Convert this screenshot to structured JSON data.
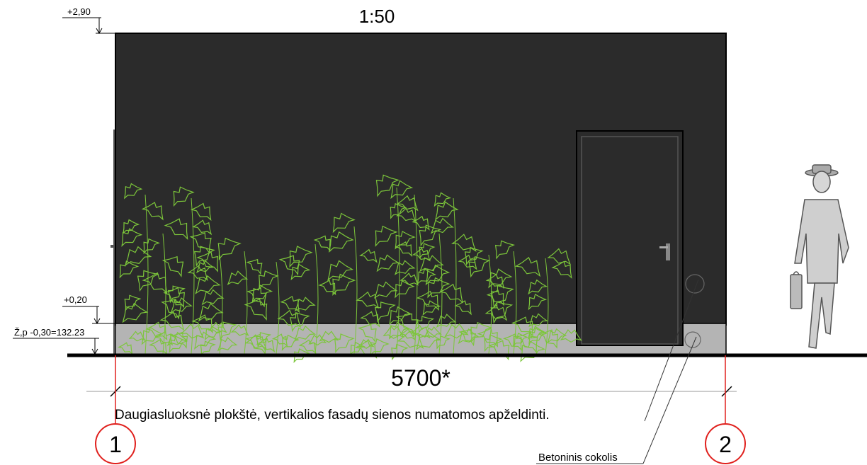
{
  "scale": "1:50",
  "levels": {
    "top": "+2,90",
    "plinth": "+0,20",
    "ground": "Ž,p -0,30=132.23"
  },
  "dimension": "5700*",
  "notes": {
    "panel": "Daugiasluoksnė plokštė, vertikalios fasadų sienos numatomos apželdinti.",
    "plinth": "Betoninis cokolis"
  },
  "axes": [
    "1",
    "2"
  ],
  "colors": {
    "wall": "#2b2b2b",
    "plinth": "#b4b4b4",
    "ivy": "#7cc63a",
    "axis": "#e0201d"
  }
}
